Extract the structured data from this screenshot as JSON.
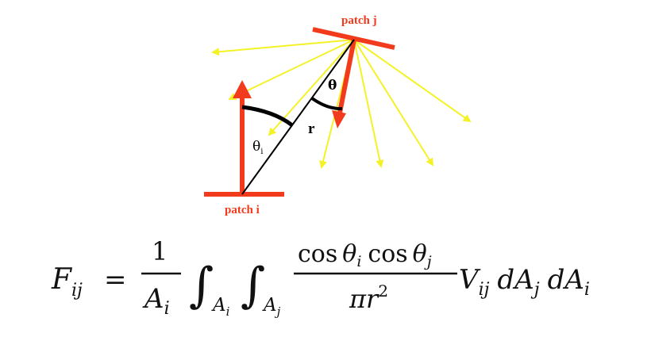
{
  "diagram": {
    "patch_j_label": "patch j",
    "patch_i_label": "patch i",
    "theta_i_label": "θ",
    "theta_i_sub": "i",
    "theta_j_label": "θ",
    "r_label": "r",
    "colors": {
      "patch": "#f23a1c",
      "normal": "#f23a1c",
      "rays": "#f4f226",
      "line": "#000000",
      "label_red": "#f23a1c"
    }
  },
  "equation": {
    "lhs": "F",
    "lhs_sub": "ij",
    "equals": "=",
    "frac1_num": "1",
    "frac1_den": "A",
    "frac1_den_sub": "i",
    "integral": "∫",
    "int1_sub": "A",
    "int1_sub_sub": "i",
    "int2_sub": "A",
    "int2_sub_sub": "j",
    "cos": "cos",
    "theta": "θ",
    "theta_sub_i": "i",
    "theta_sub_j": "j",
    "pi": "π",
    "r": "r",
    "r_sup": "2",
    "V": "V",
    "V_sub": "ij",
    "d": "d",
    "A": "A",
    "A_sub_j": "j",
    "A_sub_i": "i"
  }
}
